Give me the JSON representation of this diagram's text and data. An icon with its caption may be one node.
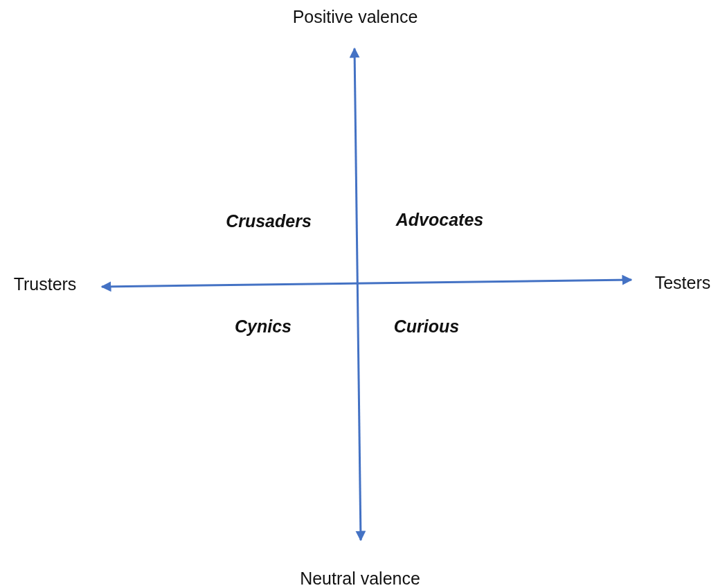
{
  "diagram": {
    "labels": [
      "Positive valence",
      "Crusaders",
      "Advocates",
      "Trusters",
      "Testers",
      "Cynics",
      "Curious",
      "Neutral valence"
    ]
  }
}
